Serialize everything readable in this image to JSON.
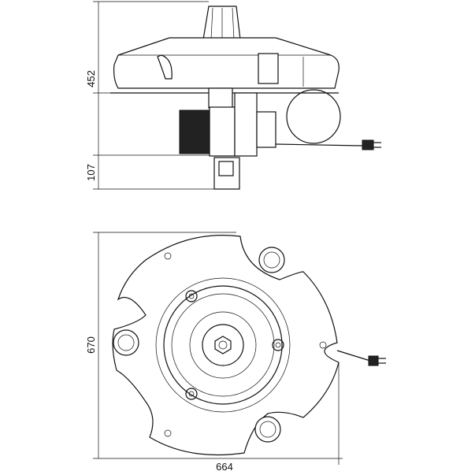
{
  "drawing": {
    "side_view": {
      "height_upper_label": "452",
      "height_lower_label": "107"
    },
    "top_view": {
      "diameter_vertical_label": "670",
      "diameter_horizontal_label": "664"
    }
  }
}
